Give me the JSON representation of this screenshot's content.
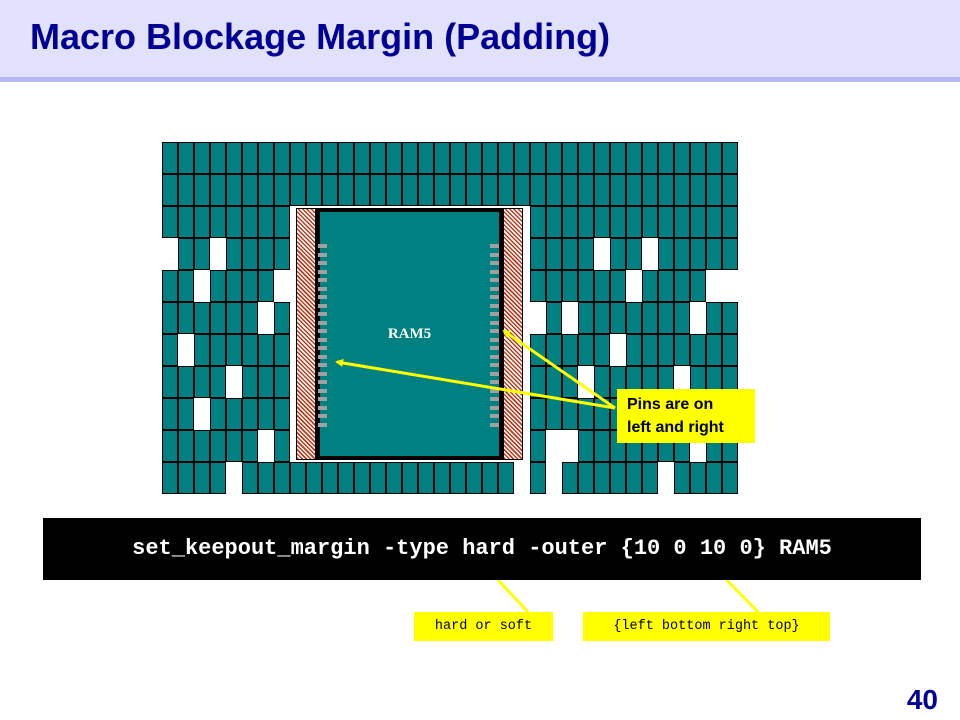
{
  "title": "Macro Blockage Margin (Padding)",
  "diagram": {
    "macro_label": "RAM5",
    "pins_callout": [
      "Pins are on",
      "left and right"
    ],
    "colors": {
      "cell": "#008080",
      "halo": "#c0391b",
      "callout": "#ffff00",
      "title": "#000096"
    }
  },
  "command": "set_keepout_margin -type hard -outer {10 0 10 0} RAM5",
  "annotations": {
    "type_hint": "hard or soft",
    "margin_hint": "{left bottom right top}"
  },
  "page_number": "40"
}
